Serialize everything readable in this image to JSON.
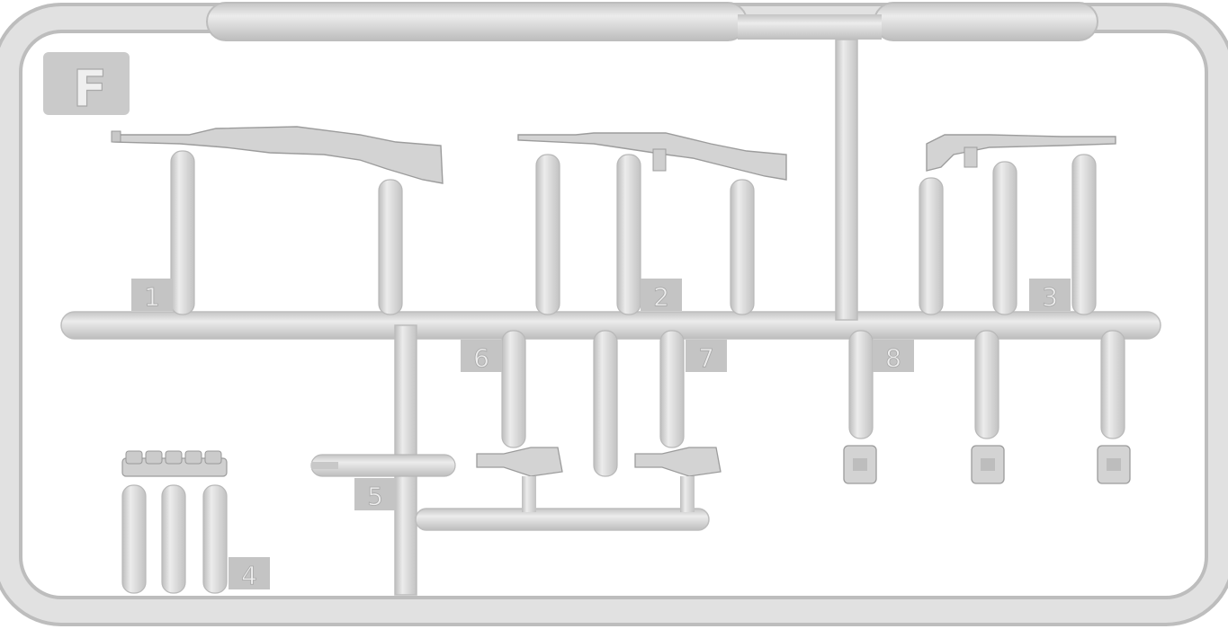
{
  "sprue": {
    "letter": "F",
    "colors": {
      "plastic": "#d9d9d9",
      "plastic_shadow": "#bdbdbd",
      "plastic_highlight": "#ececec",
      "label_box": "#c4c4c4",
      "label_text": "#f2f2f2",
      "background": "#ffffff"
    },
    "part_numbers": [
      "1",
      "2",
      "3",
      "4",
      "5",
      "6",
      "7",
      "8"
    ]
  }
}
